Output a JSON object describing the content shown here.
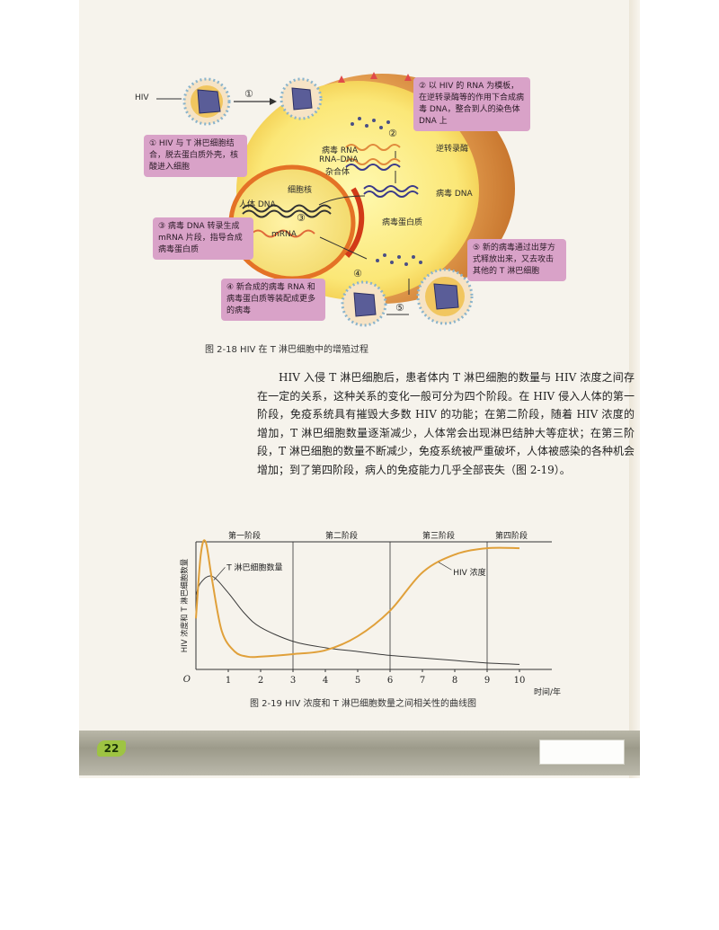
{
  "figure1": {
    "caption": "图 2-18   HIV 在 T 淋巴细胞中的增殖过程",
    "hiv_label": "HIV",
    "steps": [
      "①",
      "②",
      "③",
      "④",
      "⑤"
    ],
    "callouts": {
      "c1": "① HIV 与 T 淋巴细胞结合，脱去蛋白质外壳，核酸进入细胞",
      "c2": "② 以 HIV 的 RNA 为模板，在逆转录酶等的作用下合成病毒 DNA，整合到人的染色体 DNA 上",
      "c3": "③ 病毒 DNA 转录生成 mRNA 片段，指导合成病毒蛋白质",
      "c4": "④ 新合成的病毒 RNA 和病毒蛋白质等装配成更多的病毒",
      "c5": "⑤ 新的病毒通过出芽方式释放出来，又去攻击其他的 T 淋巴细胞"
    },
    "labels": {
      "virus_rna": "病毒 RNA",
      "rna_dna": "RNA–DNA",
      "hybrid": "杂合体",
      "reverse_transcriptase": "逆转录酶",
      "virus_dna": "病毒 DNA",
      "nucleus": "细胞核",
      "human_dna": "人体 DNA",
      "mrna": "mRNA",
      "virus_protein": "病毒蛋白质"
    }
  },
  "body_text": "HIV 入侵 T 淋巴细胞后，患者体内 T 淋巴细胞的数量与 HIV 浓度之间存在一定的关系，这种关系的变化一般可分为四个阶段。在 HIV 侵入人体的第一阶段，免疫系统具有摧毁大多数 HIV 的功能；在第二阶段，随着 HIV 浓度的增加，T 淋巴细胞数量逐渐减少，人体常会出现淋巴结肿大等症状；在第三阶段，T 淋巴细胞的数量不断减少，免疫系统被严重破坏，人体被感染的各种机会增加；到了第四阶段，病人的免疫能力几乎全部丧失（图 2-19）。",
  "chart_data": {
    "type": "line",
    "title": "",
    "caption": "图 2-19   HIV 浓度和 T 淋巴细胞数量之间相关性的曲线图",
    "xlabel": "时间/年",
    "ylabel": "HIV 浓度和 T 淋巴细胞数量",
    "origin_label": "O",
    "xlim": [
      0,
      11
    ],
    "ylim": [
      0,
      100
    ],
    "x_ticks": [
      "1",
      "2",
      "3",
      "4",
      "5",
      "6",
      "7",
      "8",
      "9",
      "10"
    ],
    "stage_boundaries": [
      3,
      6,
      9
    ],
    "stages": [
      "第一阶段",
      "第二阶段",
      "第三阶段",
      "第四阶段"
    ],
    "series": [
      {
        "name": "T 淋巴细胞数量",
        "color": "#3a3a3a",
        "x": [
          0,
          0.15,
          0.5,
          1,
          1.5,
          2,
          3,
          4,
          5,
          6,
          7,
          8,
          9,
          10
        ],
        "y": [
          58,
          68,
          73,
          60,
          44,
          33,
          22,
          17,
          14,
          11,
          9,
          7,
          5,
          4
        ]
      },
      {
        "name": "HIV 浓度",
        "color": "#e0a03a",
        "x": [
          0,
          0.15,
          0.3,
          0.5,
          0.8,
          1.2,
          1.6,
          2,
          3,
          4,
          5,
          6,
          7,
          8,
          9,
          10
        ],
        "y": [
          40,
          90,
          100,
          70,
          30,
          14,
          10,
          10,
          12,
          15,
          26,
          46,
          76,
          90,
          95,
          95
        ]
      }
    ],
    "annotations": [
      "T 淋巴细胞数量",
      "HIV 浓度"
    ]
  },
  "page_number": "22"
}
